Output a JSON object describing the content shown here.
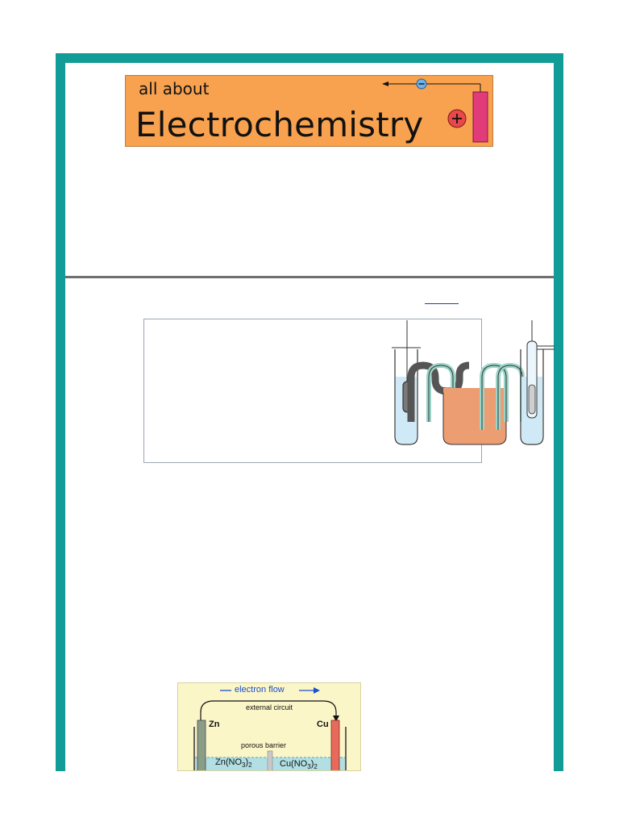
{
  "colors": {
    "frame": "#119c97",
    "banner_bg": "#f8a24f",
    "battery": "#e23b7a"
  },
  "banner": {
    "small_title": "all about",
    "big_title": "Electrochemistry",
    "battery_minus": "−",
    "battery_plus": "+"
  },
  "cell_figure": {
    "electron_flow": "electron flow",
    "external_circuit": "external circuit",
    "anode": "Zn",
    "cathode": "Cu",
    "barrier": "porous barrier",
    "anode_solution": {
      "base": "Zn(NO",
      "sub": "3",
      "close": ")",
      "sub2": "2"
    },
    "cathode_solution": {
      "base": "Cu(NO",
      "sub": "3",
      "close": ")",
      "sub2": "2"
    }
  }
}
